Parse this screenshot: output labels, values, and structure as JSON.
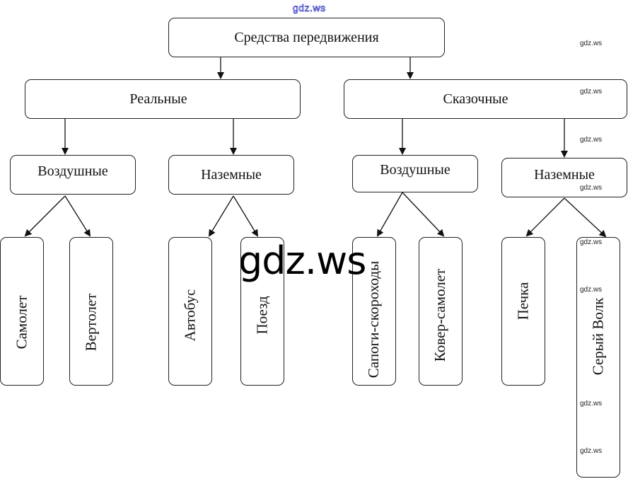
{
  "diagram": {
    "root": "Средства передвижения",
    "branches": [
      {
        "label": "Реальные",
        "groups": [
          {
            "label": "Воздушные",
            "items": [
              "Самолет",
              "Вертолет"
            ]
          },
          {
            "label": "Наземные",
            "items": [
              "Автобус",
              "Поезд"
            ]
          }
        ]
      },
      {
        "label": "Сказочные",
        "groups": [
          {
            "label": "Воздушные",
            "items": [
              "Сапоги-скороходы",
              "Ковер-самолет"
            ]
          },
          {
            "label": "Наземные",
            "items": [
              "Печка",
              "Серый Волк"
            ]
          }
        ]
      }
    ]
  },
  "watermarks": {
    "top": "gdz.ws",
    "center": "gdz.ws",
    "small": "gdz.ws"
  }
}
